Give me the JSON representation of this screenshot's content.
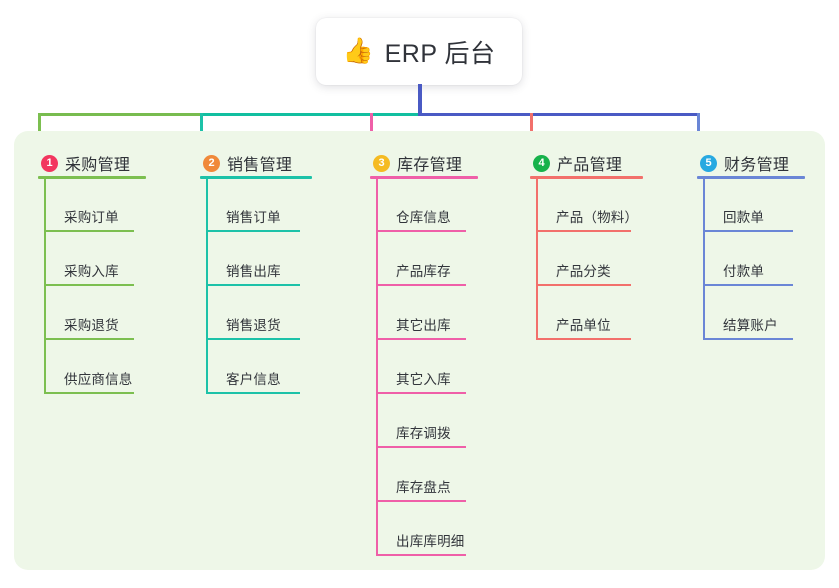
{
  "root": {
    "icon": "thumbs-up-icon",
    "icon_glyph": "👍",
    "title": "ERP 后台"
  },
  "colors": {
    "panel_bg": "#eef7e8",
    "center_connector": "#4a5ac4",
    "connector_left": "#78bc4f",
    "connector_mid": "#12bfa0",
    "connector_right": "#4a5ac4"
  },
  "columns": [
    {
      "number": "1",
      "title": "采购管理",
      "badge_color": "#f2365f",
      "line_color": "#7cbf50",
      "items": [
        "采购订单",
        "采购入库",
        "采购退货",
        "供应商信息"
      ]
    },
    {
      "number": "2",
      "title": "销售管理",
      "badge_color": "#f0893a",
      "line_color": "#1cc2a8",
      "items": [
        "销售订单",
        "销售出库",
        "销售退货",
        "客户信息"
      ]
    },
    {
      "number": "3",
      "title": "库存管理",
      "badge_color": "#f5bb22",
      "line_color": "#ef5fa8",
      "items": [
        "仓库信息",
        "产品库存",
        "其它出库",
        "其它入库",
        "库存调拨",
        "库存盘点",
        "出库库明细"
      ]
    },
    {
      "number": "4",
      "title": "产品管理",
      "badge_color": "#17b24b",
      "line_color": "#f2706b",
      "items": [
        "产品（物料）",
        "产品分类",
        "产品单位"
      ]
    },
    {
      "number": "5",
      "title": "财务管理",
      "badge_color": "#27a9e1",
      "line_color": "#6a86d6",
      "items": [
        "回款单",
        "付款单",
        "结算账户"
      ]
    }
  ]
}
